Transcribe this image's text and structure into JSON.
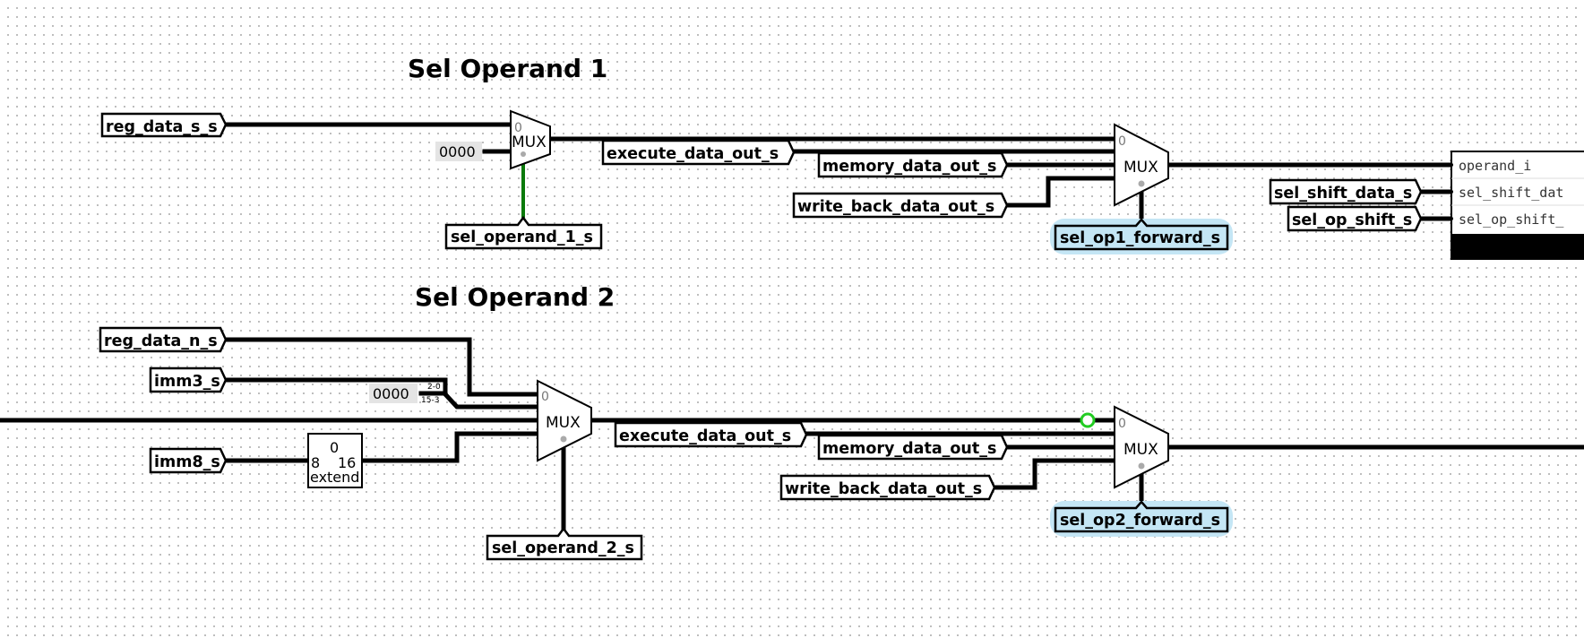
{
  "headings": {
    "operand1": "Sel Operand 1",
    "operand2": "Sel Operand 2"
  },
  "tunnels": {
    "reg_data_s": "reg_data_s_s",
    "sel_operand_1": "sel_operand_1_s",
    "execute_1": "execute_data_out_s",
    "memory_1": "memory_data_out_s",
    "write_back_1": "write_back_data_out_s",
    "sel_op1_forward": "sel_op1_forward_s",
    "sel_shift_data": "sel_shift_data_s",
    "sel_op_shift": "sel_op_shift_s",
    "reg_data_n": "reg_data_n_s",
    "imm3": "imm3_s",
    "imm8": "imm8_s",
    "sel_operand_2": "sel_operand_2_s",
    "execute_2": "execute_data_out_s",
    "memory_2": "memory_data_out_s",
    "write_back_2": "write_back_data_out_s",
    "sel_op2_forward": "sel_op2_forward_s"
  },
  "constants": {
    "const1": "0000",
    "const2": "0000"
  },
  "mux": {
    "label": "MUX",
    "zero": "0"
  },
  "splitter": {
    "low": "2-0",
    "high": "15-3"
  },
  "extender": {
    "top": "0",
    "in_width": "8",
    "out_width": "16",
    "name": "extend"
  },
  "shifter_ports": {
    "operand_i": "operand_i",
    "sel_shift_data": "sel_shift_dat",
    "sel_op_shift": "sel_op_shift_"
  },
  "colors": {
    "selected_highlight": "#c4e6f5",
    "control_wire": "#0a7a0a",
    "probe": "#22cc22"
  }
}
